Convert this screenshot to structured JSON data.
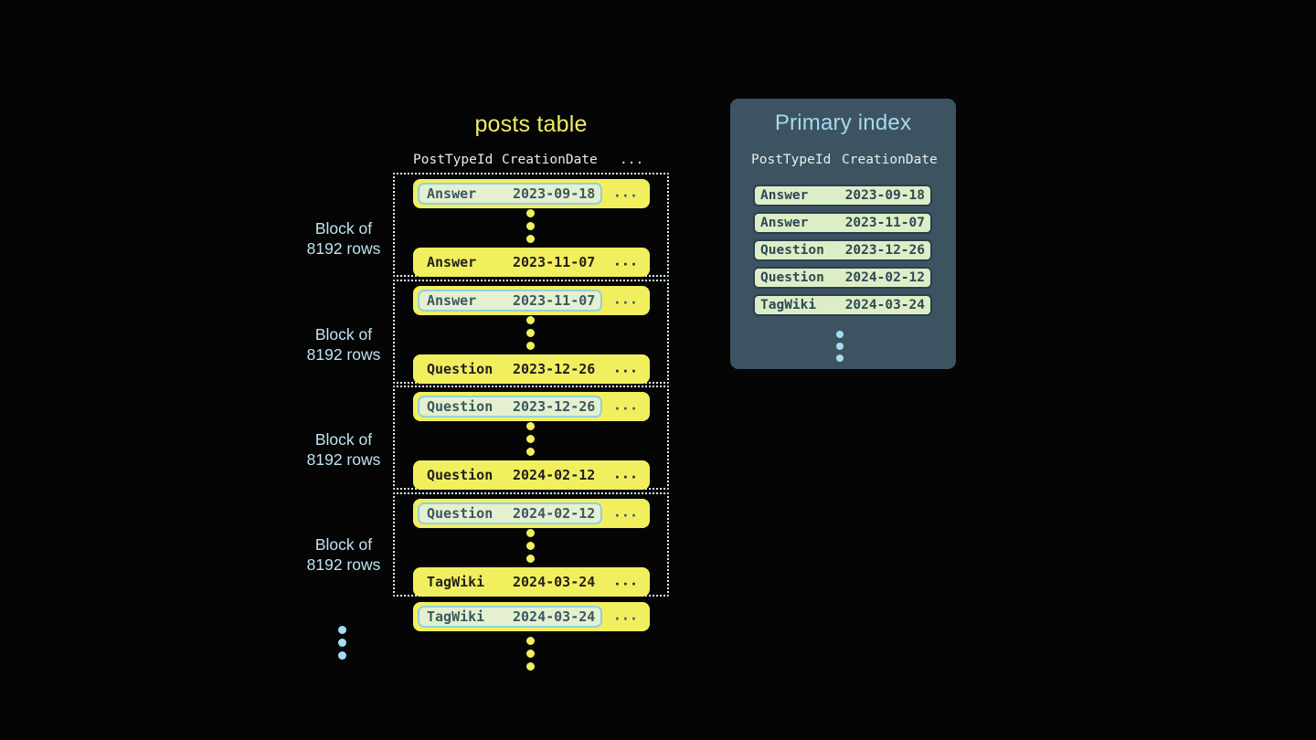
{
  "posts_table": {
    "title": "posts table",
    "headers": {
      "col1": "PostTypeId",
      "col2": "CreationDate",
      "more": "..."
    },
    "block_label": {
      "line1": "Block of",
      "line2": "8192 rows"
    },
    "ellipsis": "...",
    "blocks": [
      {
        "first": {
          "type": "Answer",
          "date": "2023-09-18"
        },
        "last": {
          "type": "Answer",
          "date": "2023-11-07"
        }
      },
      {
        "first": {
          "type": "Answer",
          "date": "2023-11-07"
        },
        "last": {
          "type": "Question",
          "date": "2023-12-26"
        }
      },
      {
        "first": {
          "type": "Question",
          "date": "2023-12-26"
        },
        "last": {
          "type": "Question",
          "date": "2024-02-12"
        }
      },
      {
        "first": {
          "type": "Question",
          "date": "2024-02-12"
        },
        "last": {
          "type": "TagWiki",
          "date": "2024-03-24"
        }
      }
    ],
    "overflow_row": {
      "type": "TagWiki",
      "date": "2024-03-24"
    }
  },
  "primary_index": {
    "title": "Primary index",
    "headers": {
      "col1": "PostTypeId",
      "col2": "CreationDate"
    },
    "rows": [
      {
        "type": "Answer",
        "date": "2023-09-18"
      },
      {
        "type": "Answer",
        "date": "2023-11-07"
      },
      {
        "type": "Question",
        "date": "2023-12-26"
      },
      {
        "type": "Question",
        "date": "2024-02-12"
      },
      {
        "type": "TagWiki",
        "date": "2024-03-24"
      }
    ]
  },
  "colors": {
    "background": "#050505",
    "row_yellow": "#F2EF5F",
    "highlight_box_green": "#E4F0CF",
    "highlight_box_border_blue": "#92D0E2",
    "block_dotted_border": "#D8EEF5",
    "panel_background": "#3D5361",
    "panel_title_blue": "#A5D9EE",
    "index_row_green": "#DDEEC7",
    "index_row_border": "#2B3F4B",
    "posts_title_yellow": "#F0EC62",
    "label_light_blue": "#BEE3F2",
    "dot_blue": "#A6DCF2"
  }
}
